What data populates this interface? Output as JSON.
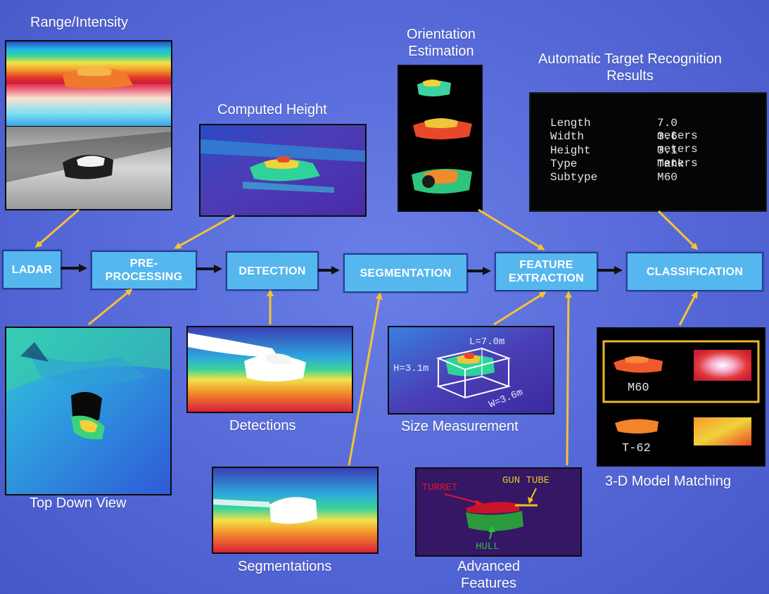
{
  "flow": {
    "ladar": "LADAR",
    "preprocessing": "PRE-\nPROCESSING",
    "detection": "DETECTION",
    "segmentation": "SEGMENTATION",
    "feature_extraction": "FEATURE\nEXTRACTION",
    "classification": "CLASSIFICATION"
  },
  "captions": {
    "range_intensity": "Range/Intensity",
    "computed_height": "Computed Height",
    "orientation": "Orientation\nEstimation",
    "atr_results": "Automatic Target Recognition\nResults",
    "top_down": "Top Down View",
    "detections": "Detections",
    "size_measurement": "Size Measurement",
    "model_matching": "3-D Model Matching",
    "segmentations": "Segmentations",
    "advanced_features": "Advanced\nFeatures"
  },
  "results": [
    {
      "key": "Length",
      "value": "7.0 meters"
    },
    {
      "key": "Width",
      "value": "3.6 meters"
    },
    {
      "key": "Height",
      "value": "3.1 meters"
    },
    {
      "key": "Type",
      "value": "Tank"
    },
    {
      "key": "Subtype",
      "value": "M60"
    }
  ],
  "size_labels": {
    "length": "L=7.0m",
    "height": "H=3.1m",
    "width": "W=3.6m"
  },
  "feature_labels": {
    "turret": "TURRET",
    "gun_tube": "GUN TUBE",
    "hull": "HULL"
  },
  "models": {
    "m60": "M60",
    "t62": "T-62"
  },
  "colors": {
    "background": "#5568d8",
    "box_fill": "#55b7ee",
    "arrow_yellow": "#f7c233",
    "arrow_dark": "#111111",
    "model_highlight": "#e8b82e"
  }
}
